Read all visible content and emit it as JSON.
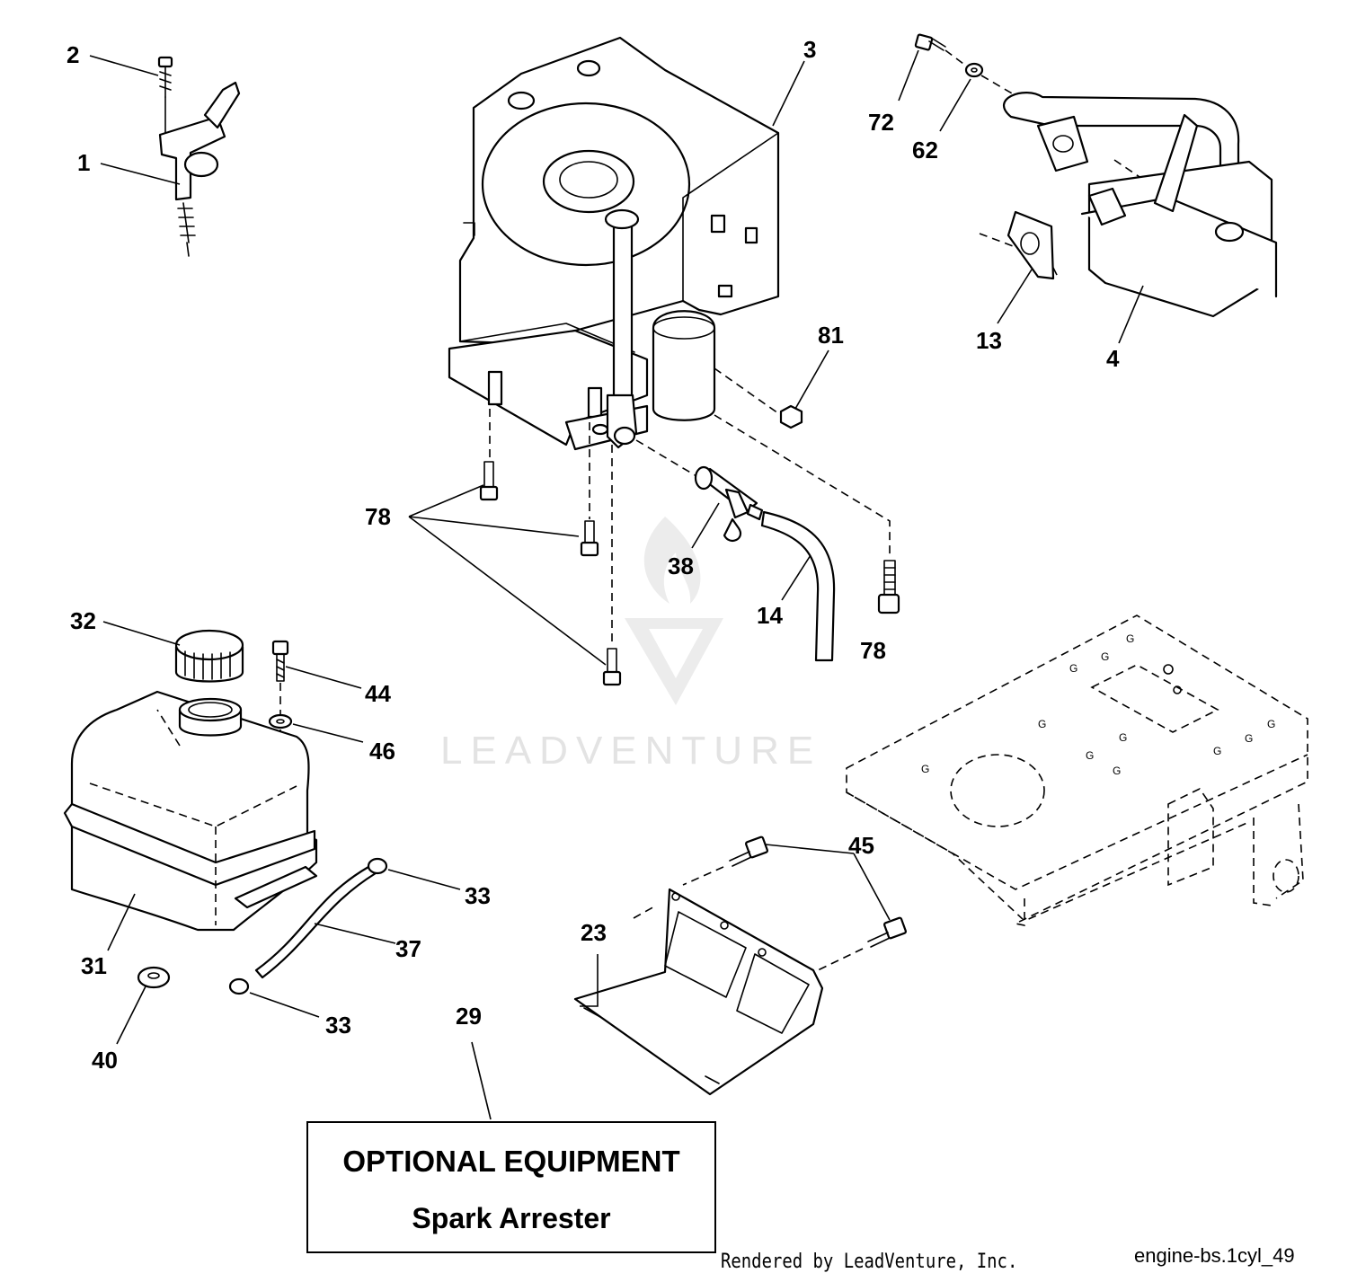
{
  "watermark": {
    "text": "LEADVENTURE"
  },
  "callouts": [
    {
      "id": "c2",
      "label": "2"
    },
    {
      "id": "c1",
      "label": "1"
    },
    {
      "id": "c3",
      "label": "3"
    },
    {
      "id": "c72",
      "label": "72"
    },
    {
      "id": "c62",
      "label": "62"
    },
    {
      "id": "c13",
      "label": "13"
    },
    {
      "id": "c4",
      "label": "4"
    },
    {
      "id": "c81",
      "label": "81"
    },
    {
      "id": "c78a",
      "label": "78"
    },
    {
      "id": "c38",
      "label": "38"
    },
    {
      "id": "c14",
      "label": "14"
    },
    {
      "id": "c78b",
      "label": "78"
    },
    {
      "id": "c32",
      "label": "32"
    },
    {
      "id": "c44",
      "label": "44"
    },
    {
      "id": "c46",
      "label": "46"
    },
    {
      "id": "c33a",
      "label": "33"
    },
    {
      "id": "c37",
      "label": "37"
    },
    {
      "id": "c31",
      "label": "31"
    },
    {
      "id": "c40",
      "label": "40"
    },
    {
      "id": "c33b",
      "label": "33"
    },
    {
      "id": "c29",
      "label": "29"
    },
    {
      "id": "c45",
      "label": "45"
    },
    {
      "id": "c23",
      "label": "23"
    }
  ],
  "optional_box": {
    "title": "OPTIONAL EQUIPMENT",
    "subtitle": "Spark Arrester"
  },
  "footer": {
    "rendered_by": "Rendered by LeadVenture, Inc.",
    "diagram_code": "engine-bs.1cyl_49"
  }
}
